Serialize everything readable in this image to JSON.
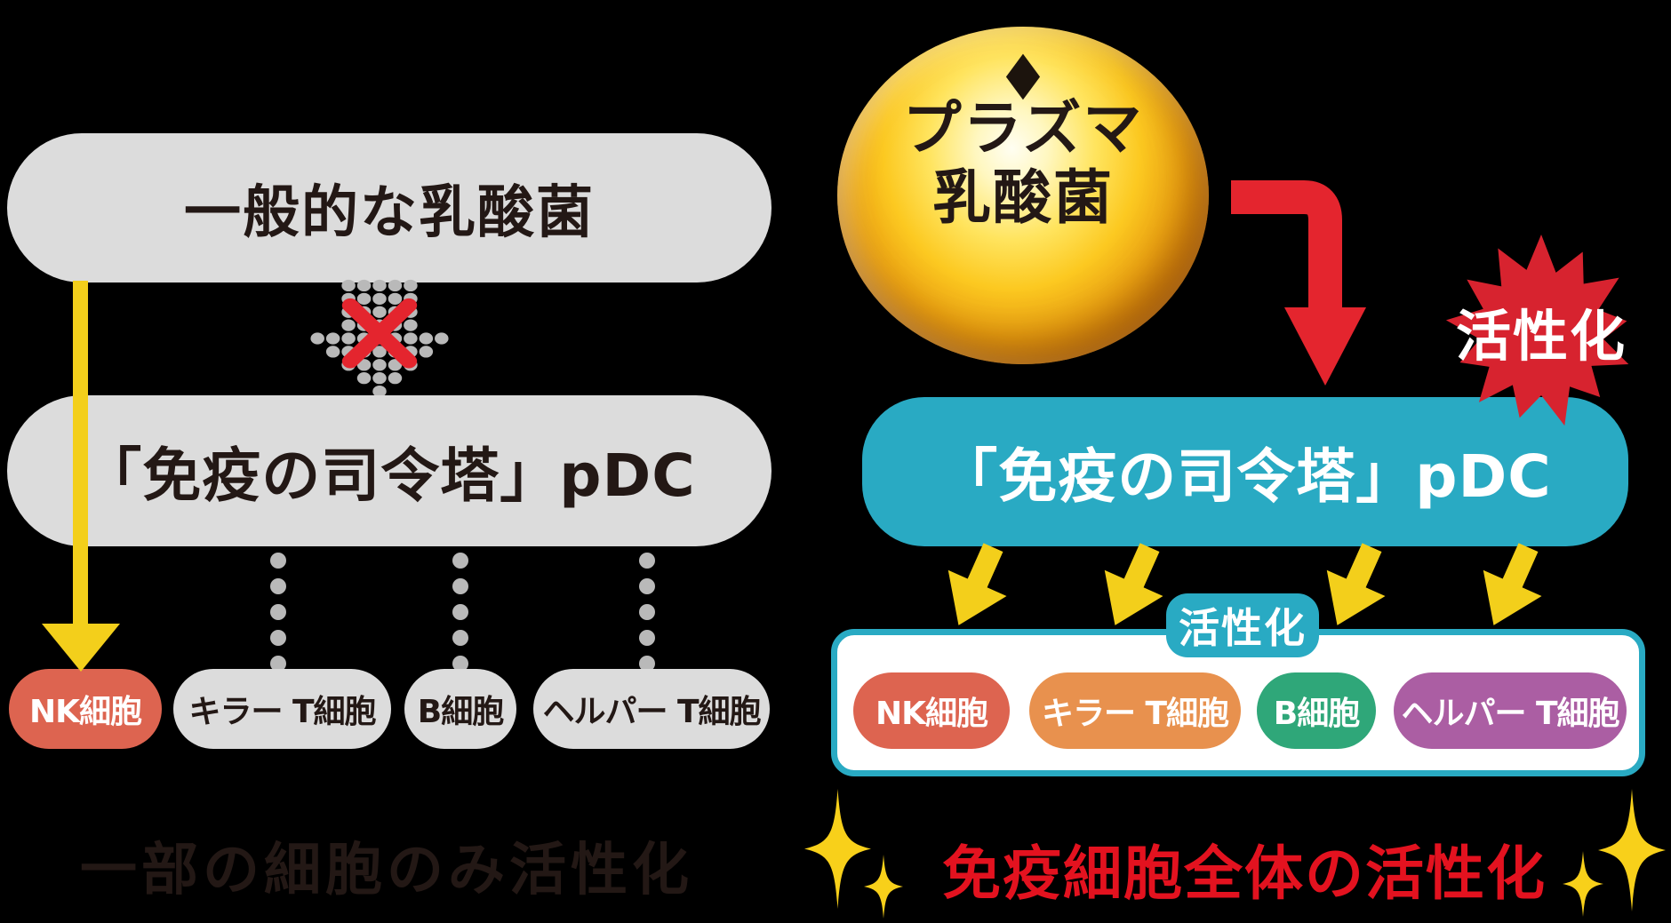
{
  "colors": {
    "background": "#000000",
    "box_gray": "#dcdcdc",
    "dark_text": "#231815",
    "yellow": "#f3cf1b",
    "red": "#e4252e",
    "burst_red": "#d7232f",
    "teal": "#29aac3",
    "caption_red": "#e3121f",
    "dot_gray": "#b9b9b9",
    "sphere_gold": "#fcc921",
    "white": "#ffffff"
  },
  "left": {
    "source_box": "一般的な乳酸菌",
    "pdc_box": "「免疫の司令塔」pDC",
    "cells": [
      {
        "label": "NK細胞",
        "color": "#dd6450",
        "text_color": "#ffffff"
      },
      {
        "label": "キラー T細胞",
        "color": "#dcdcdc",
        "text_color": "#231815"
      },
      {
        "label": "B細胞",
        "color": "#dcdcdc",
        "text_color": "#231815"
      },
      {
        "label": "ヘルパー T細胞",
        "color": "#dcdcdc",
        "text_color": "#231815"
      }
    ],
    "caption": "一部の細胞のみ活性化"
  },
  "right": {
    "sphere": {
      "diamond": "◆",
      "line1": "プラズマ",
      "line2": "乳酸菌"
    },
    "burst_label": "活性化",
    "pdc_box": "「免疫の司令塔」pDC",
    "activation_badge": "活性化",
    "cells": [
      {
        "label": "NK細胞",
        "color": "#dd6450",
        "text_color": "#ffffff"
      },
      {
        "label": "キラー T細胞",
        "color": "#e8914e",
        "text_color": "#ffffff"
      },
      {
        "label": "B細胞",
        "color": "#2fa779",
        "text_color": "#ffffff"
      },
      {
        "label": "ヘルパー T細胞",
        "color": "#ab5ea3",
        "text_color": "#ffffff"
      }
    ],
    "caption": "免疫細胞全体の活性化"
  }
}
